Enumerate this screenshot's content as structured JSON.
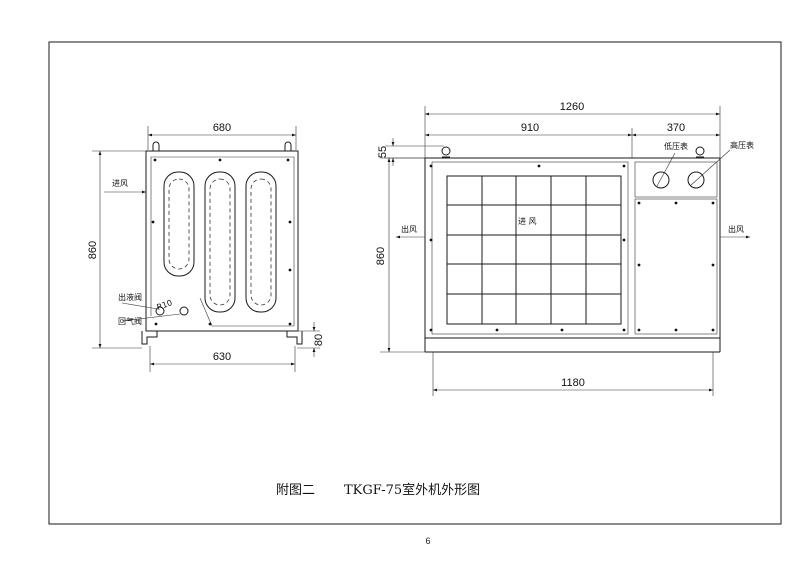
{
  "caption": {
    "figure_label": "附图二",
    "model_title": "TKGF-75室外机外形图"
  },
  "page_number": "6",
  "side_view": {
    "width_top": "680",
    "height": "860",
    "width_bottom": "630",
    "foot_height": "80",
    "inlet_label": "进风",
    "radius_label": "R10",
    "liquid_valve": "出液阀",
    "gas_valve": "回气阀"
  },
  "front_view": {
    "total_width": "1260",
    "left_width": "910",
    "right_width": "370",
    "lug_height": "55",
    "height": "860",
    "bottom_width": "1180",
    "low_gauge": "低压表",
    "high_gauge": "高压表",
    "outlet_left": "出风",
    "outlet_right": "出风",
    "inlet_center": "进 风"
  }
}
